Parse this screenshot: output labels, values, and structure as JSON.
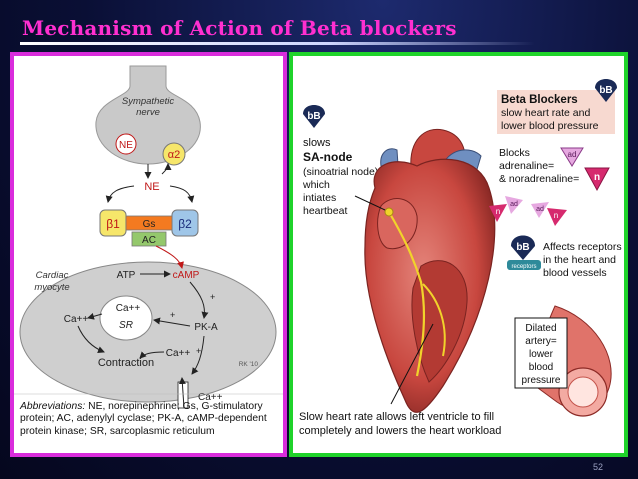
{
  "slide": {
    "title": "Mechanism of Action of Beta blockers",
    "page_number": "52"
  },
  "left_diagram": {
    "nerve_label_line1": "Sympathetic",
    "nerve_label_line2": "nerve",
    "ne_vesicle": "NE",
    "alpha2": "α2",
    "ne_released": "NE",
    "beta1": "β1",
    "beta2": "β2",
    "gs": "Gs",
    "ac": "AC",
    "cell_label_line1": "Cardiac",
    "cell_label_line2": "myocyte",
    "atp": "ATP",
    "camp": "cAMP",
    "ca_left": "Ca++",
    "ca_sr_top": "Ca++",
    "sr": "SR",
    "pka": "PK-A",
    "ca_channel": "Ca++",
    "ca_outside": "Ca++",
    "contraction": "Contraction",
    "signature": "RK '10",
    "abbrev_lead": "Abbreviations:",
    "abbrev_text": "NE, norepinephrine; Gs, G-stimulatory protein; AC, adenylyl cyclase; PK-A, cAMP-dependent protein kinase; SR, sarcoplasmic reticulum"
  },
  "right_diagram": {
    "bb_badge": "bB",
    "sa_line1": "slows",
    "sa_line2": "SA-node",
    "sa_line3": "(sinoatrial node)",
    "sa_line4": "which",
    "sa_line5": "intiates",
    "sa_line6": "heartbeat",
    "bb_title": "Beta Blockers",
    "bb_line2": "slow heart rate and",
    "bb_line3": "lower blood pressure",
    "blocks_line1": "Blocks",
    "blocks_line2": "adrenaline=",
    "blocks_line3": "& noradrenaline=",
    "ad_label": "ad",
    "n_label": "n",
    "affects_line1": "Affects receptors",
    "affects_line2": "in the heart and",
    "affects_line3": "blood vessels",
    "receptor_label": "receptors",
    "dilated_line1": "Dilated",
    "dilated_line2": "artery=",
    "dilated_line3": "lower",
    "dilated_line4": "blood",
    "dilated_line5": "pressure",
    "bottom_line1": "Slow heart rate allows left ventricle to fill",
    "bottom_line2": "completely and lowers the heart workload"
  },
  "colors": {
    "title": "#ff2fd0",
    "left_border": "#d92cdc",
    "right_border": "#1fd32a",
    "beta_orange": "#f47a20",
    "receptor_yellow": "#f6e66a",
    "receptor_blue": "#9fc6e8",
    "bb_red": "#d81f1f",
    "heart_red": "#c8473f"
  }
}
